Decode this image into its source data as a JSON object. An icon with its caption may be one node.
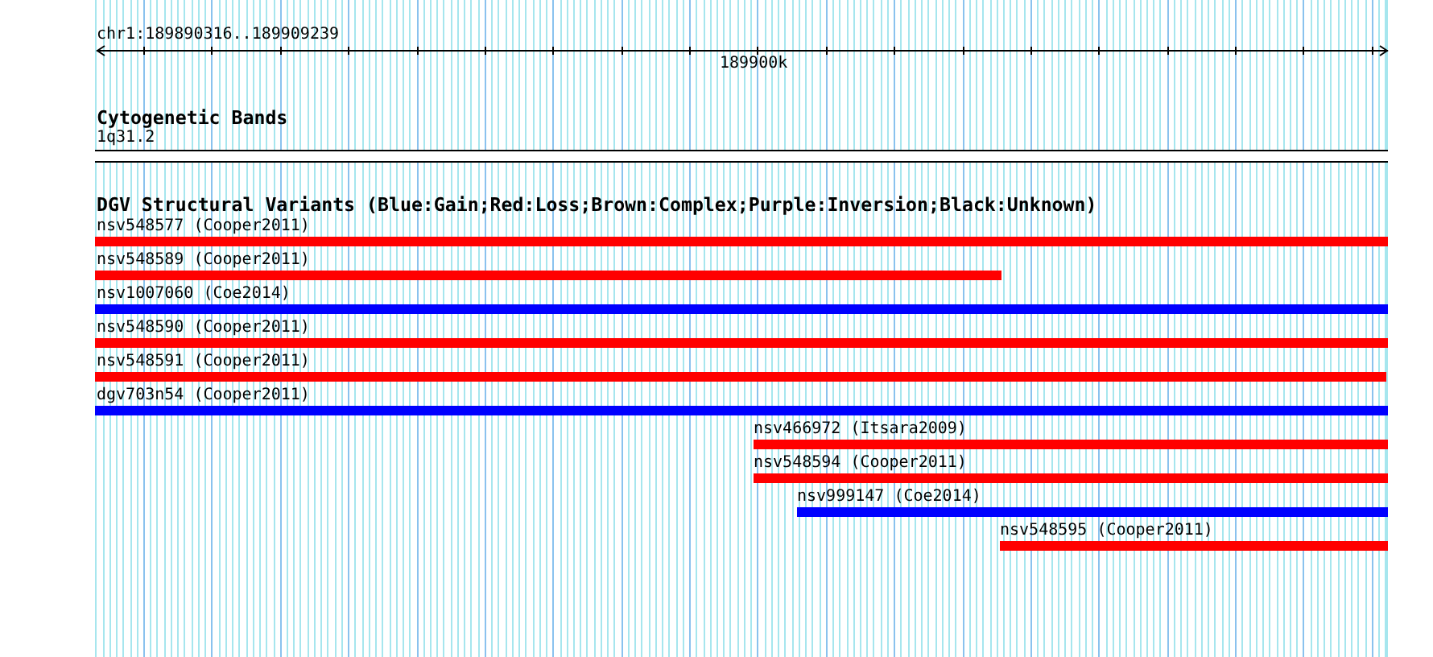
{
  "diagram": {
    "nodes": [
      {
        "text": [
          "1q31.2"
        ]
      },
      {
        "text": [
          "nsv548577 (Cooper2011)"
        ]
      },
      {
        "text": [
          "nsv548589 (Cooper2011)"
        ]
      },
      {
        "text": [
          "nsv1007060 (Coe2014)"
        ]
      },
      {
        "text": [
          "nsv548590 (Cooper2011)"
        ]
      },
      {
        "text": [
          "nsv548591 (Cooper2011)"
        ]
      },
      {
        "text": [
          "dgv703n54 (Cooper2011)"
        ]
      },
      {
        "text": [
          "nsv466972 (Itsara2009)"
        ]
      },
      {
        "text": [
          "nsv548594 (Cooper2011)"
        ]
      },
      {
        "text": [
          "nsv999147 (Coe2014)"
        ]
      },
      {
        "text": [
          "nsv548595 (Cooper2011)"
        ]
      }
    ],
    "labels": [
      "chr1:189890316..189909239",
      "189900k",
      "Cytogenetic Bands",
      "DGV Structural Variants (Blue:Gain;Red:Loss;Brown:Complex;Purple:Inversion;Black:Unknown)"
    ]
  }
}
